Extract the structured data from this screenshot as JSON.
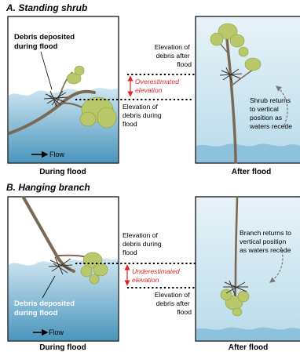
{
  "panel_a": {
    "title": "A. Standing shrub",
    "during": {
      "callout": [
        "Debris deposited",
        "during flood"
      ],
      "flow": "Flow",
      "caption": "During flood"
    },
    "middle": {
      "top_label": [
        "Elevation of",
        "debris after",
        "flood"
      ],
      "error_label": [
        "Overestimated",
        "elevation"
      ],
      "bottom_label": [
        "Elevation of",
        "debris during",
        "flood"
      ]
    },
    "after": {
      "note": [
        "Shrub returns",
        "to vertical",
        "position as",
        "waters recede"
      ],
      "caption": "After flood"
    }
  },
  "panel_b": {
    "title": "B. Hanging branch",
    "during": {
      "callout": [
        "Debris deposited",
        "during flood"
      ],
      "flow": "Flow",
      "caption": "During flood"
    },
    "middle": {
      "top_label": [
        "Elevation of",
        "debris during",
        "flood"
      ],
      "error_label": [
        "Underestimated",
        "elevation"
      ],
      "bottom_label": [
        "Elevation of",
        "debris after",
        "flood"
      ]
    },
    "after": {
      "note": [
        "Branch returns to",
        "vertical position",
        "as waters recede"
      ],
      "caption": "After flood"
    }
  },
  "colors": {
    "water_top": "#cfe6f1",
    "water_bottom": "#4a95bd",
    "error_red": "#e0242a",
    "foliage": "#b9c86a",
    "bark": "#7a6a55"
  }
}
